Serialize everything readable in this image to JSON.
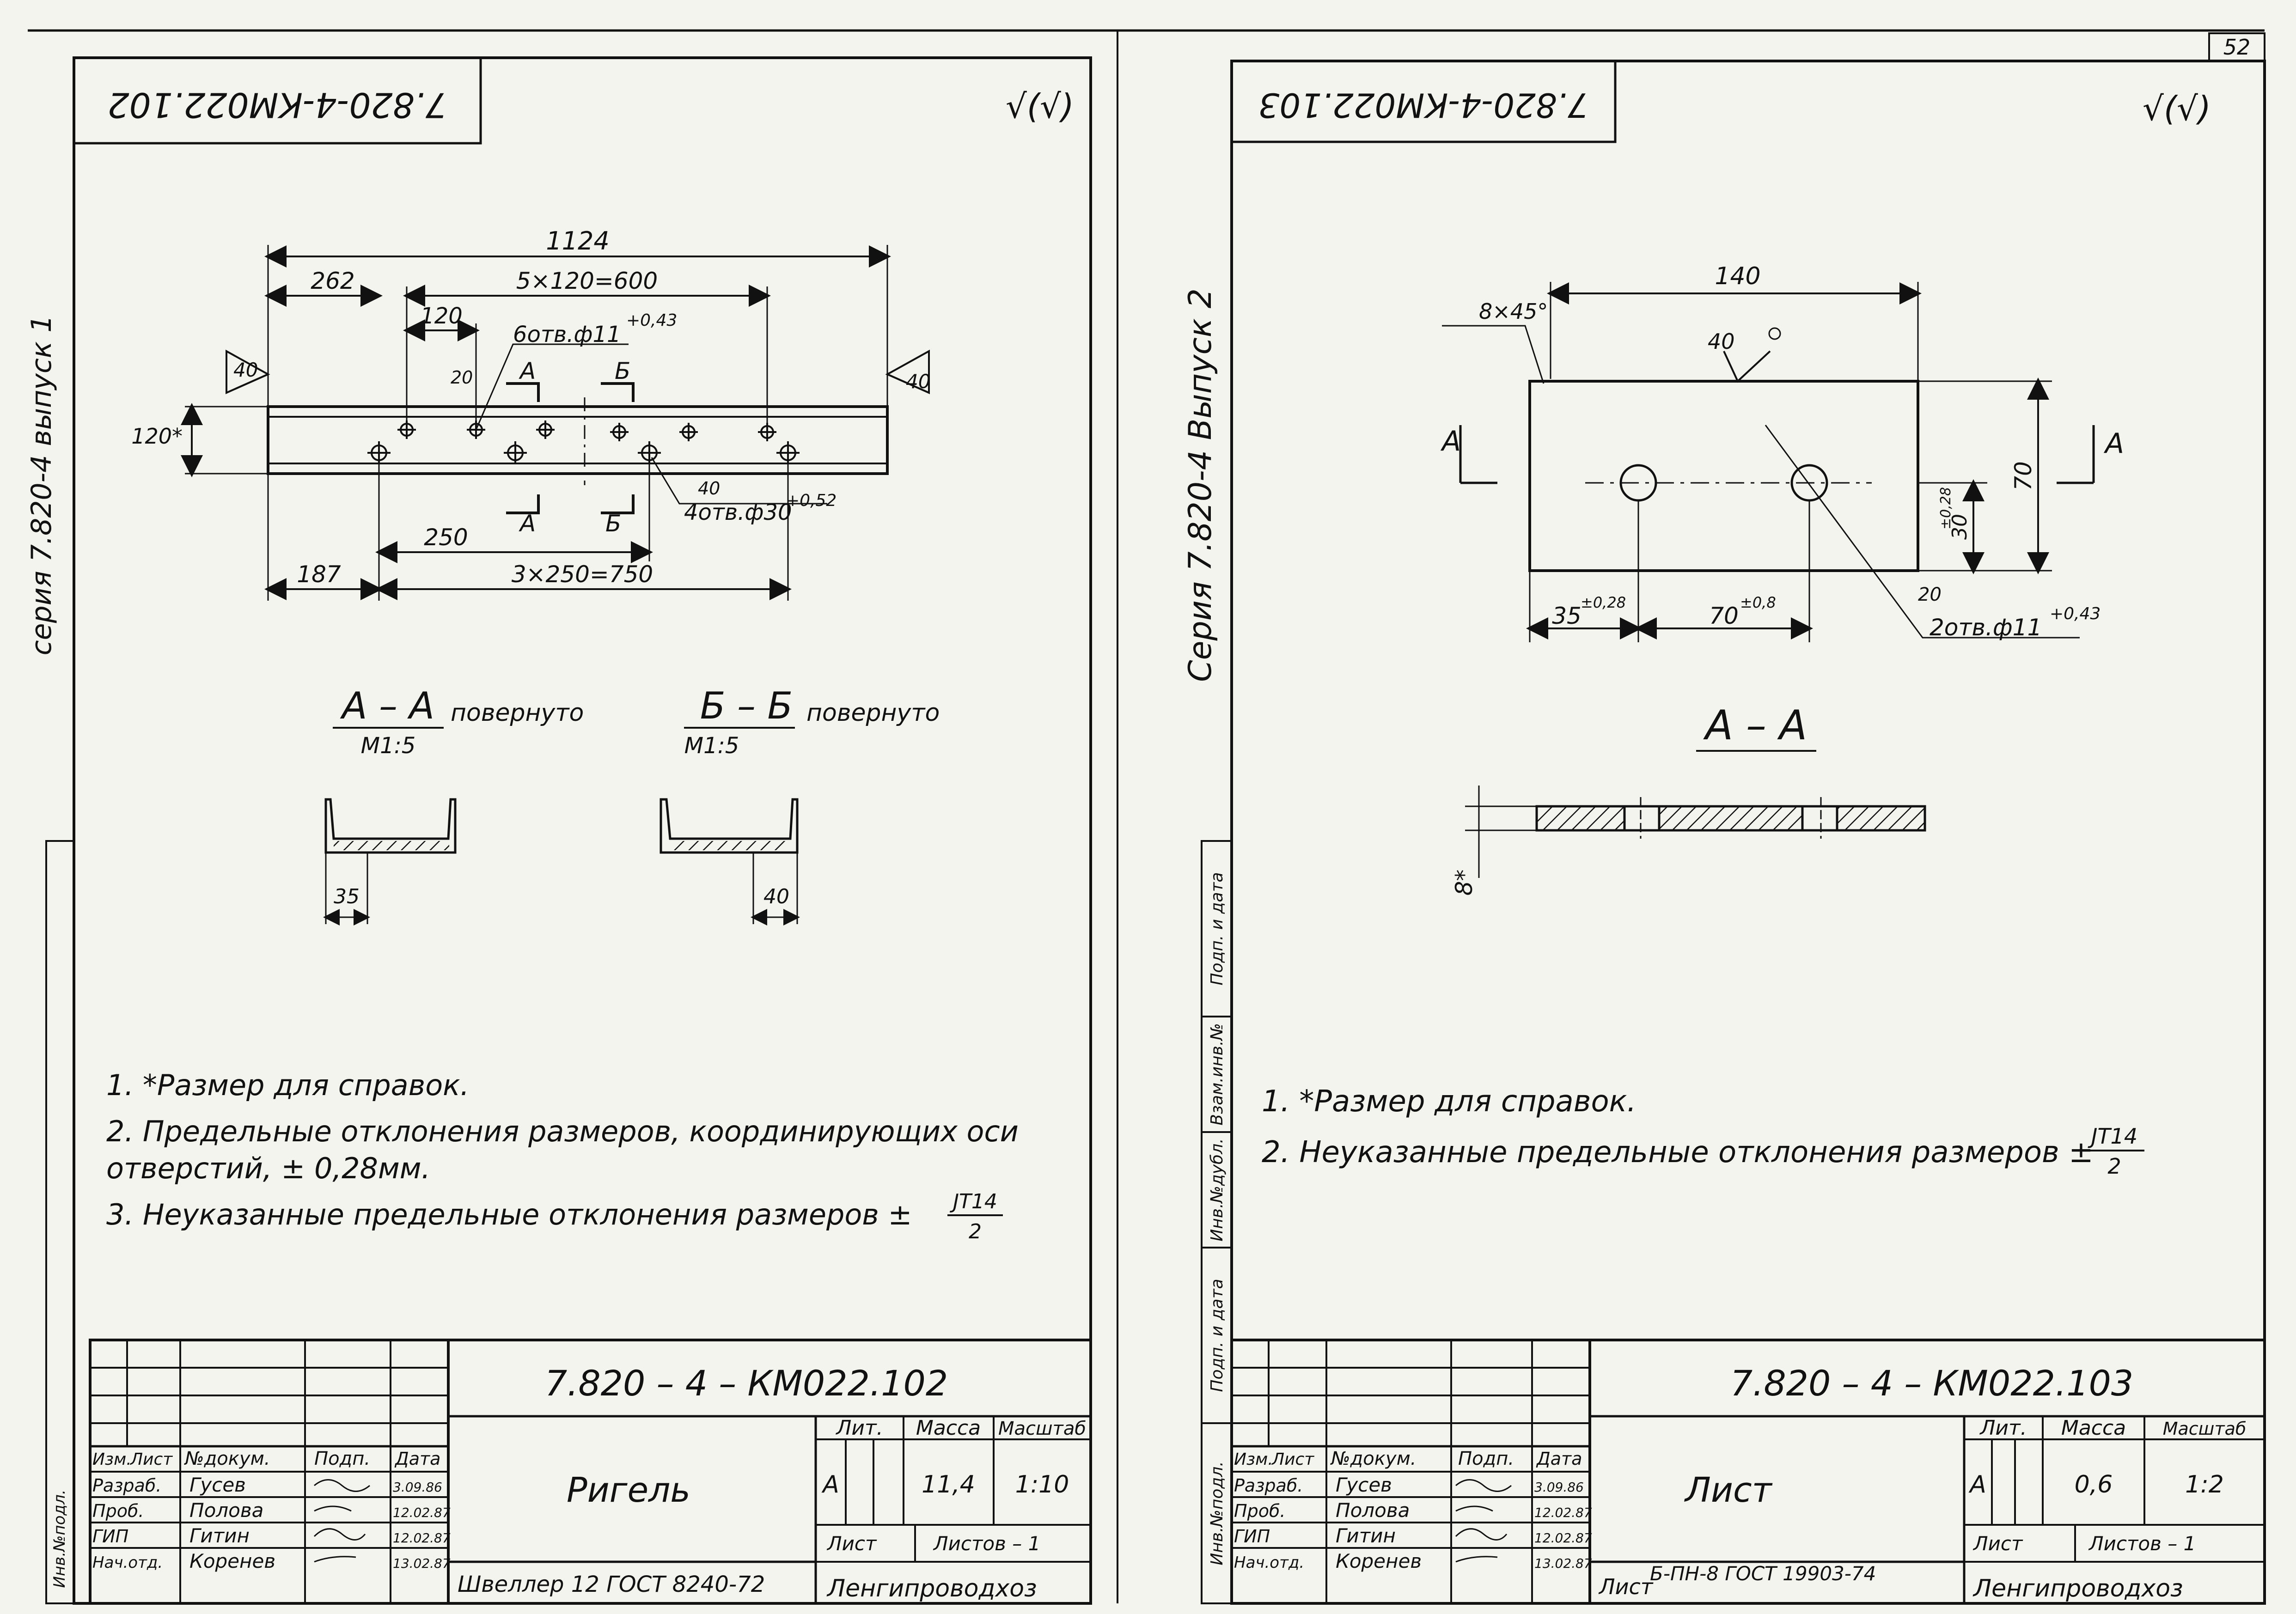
{
  "page_number": "52",
  "left_sheet": {
    "code_rotated": "7.820-4-КМ022.102",
    "roughness": "√(√)",
    "series_side": "серия 7.820-4 выпуск 1",
    "dims": {
      "total": "1124",
      "d262": "262",
      "d600": "5×120=600",
      "d120": "120",
      "holes_small": "6отв.ф11",
      "holes_small_tol": "+0,43",
      "d40l": "40",
      "d40r": "40",
      "d120s": "120*",
      "d20": "20",
      "d250": "250",
      "d187": "187",
      "d750": "3×250=750",
      "holes_big": "4отв.ф30",
      "holes_big_tol": "+0,52",
      "d40b": "40",
      "secA": "А",
      "secB": "Б"
    },
    "section_aa": "А – А",
    "section_aa_note": "повернуто",
    "section_aa_scale": "М1:5",
    "section_aa_dim": "35",
    "section_bb": "Б – Б",
    "section_bb_note": "повернуто",
    "section_bb_scale": "М1:5",
    "section_bb_dim": "40",
    "notes": [
      "1.  *Размер для справок.",
      "2.  Предельные отклонения размеров, координирующих оси",
      "     отверстий,  ± 0,28мм.",
      "3.  Неуказанные  предельные  отклонения  размеров ±"
    ],
    "tol_frac_num": "JT14",
    "tol_frac_den": "2",
    "title_block": {
      "code": "7.820 – 4 – КМ022.102",
      "name": "Ригель",
      "lit_header": "Лит.",
      "mass_header": "Масса",
      "scale_header": "Масштаб",
      "lit": "А",
      "mass": "11,4",
      "scale": "1:10",
      "sheet": "Лист",
      "sheets": "Листов – 1",
      "material": "Швеллер 12 ГОСТ 8240-72",
      "org": "Ленгипроводхоз",
      "hdr": [
        "Изм.",
        "Лист",
        "№докум.",
        "Подп.",
        "Дата"
      ],
      "rows": [
        {
          "role": "Разраб.",
          "name": "Гусев",
          "date": "3.09.86"
        },
        {
          "role": "Проб.",
          "name": "Полова",
          "date": "12.02.87"
        },
        {
          "role": "ГИП",
          "name": "Гитин",
          "date": "12.02.87"
        },
        {
          "role": "Нач.отд.",
          "name": "Коренев",
          "date": "13.02.87"
        }
      ]
    },
    "side_stamp": "Инв.№подл."
  },
  "right_sheet": {
    "code_rotated": "7.820-4-КМ022.103",
    "roughness": "√(√)",
    "series_side": "Серия 7.820-4  Выпуск 2",
    "dims": {
      "chamfer": "8×45°",
      "width": "140",
      "rough": "40",
      "height": "70",
      "hole_off": "30",
      "hole_off_tol": "±0,28",
      "d35": "35",
      "d35_tol": "±0,28",
      "d70": "70",
      "d70_tol": "±0,8",
      "d20": "20",
      "holes": "2отв.ф11",
      "holes_tol": "+0,43",
      "thk": "8*",
      "secA": "А"
    },
    "section_aa": "А – А",
    "notes": [
      "1.  *Размер для справок.",
      "2.  Неуказанные предельные отклонения размеров ±"
    ],
    "tol_frac_num": "JT14",
    "tol_frac_den": "2",
    "title_block": {
      "code": "7.820 – 4 – КМ022.103",
      "name": "Лист",
      "lit_header": "Лит.",
      "mass_header": "Масса",
      "scale_header": "Масштаб",
      "lit": "А",
      "mass": "0,6",
      "scale": "1:2",
      "sheet": "Лист",
      "sheets": "Листов – 1",
      "material": "Б-ПН-8 ГОСТ 19903-74",
      "material_label": "Лист",
      "org": "Ленгипроводхоз",
      "hdr": [
        "Изм.",
        "Лист",
        "№докум.",
        "Подп.",
        "Дата"
      ],
      "rows": [
        {
          "role": "Разраб.",
          "name": "Гусев",
          "date": "3.09.86"
        },
        {
          "role": "Проб.",
          "name": "Полова",
          "date": "12.02.87"
        },
        {
          "role": "ГИП",
          "name": "Гитин",
          "date": "12.02.87"
        },
        {
          "role": "Нач.отд.",
          "name": "Коренев",
          "date": "13.02.87"
        }
      ]
    },
    "side_stamps": [
      "Подп. и дата",
      "Взам.инв.№",
      "Инв.№дубл.",
      "Подп. и дата",
      "Инв.№подл."
    ]
  }
}
